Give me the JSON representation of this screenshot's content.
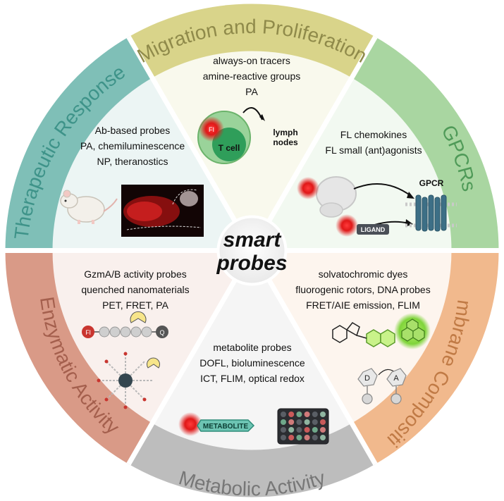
{
  "center": {
    "line1": "smart",
    "line2": "probes"
  },
  "sectors": {
    "migration": {
      "title": "Migration and Proliferation",
      "color": "#d9d48a",
      "lines": [
        "always-on tracers",
        "amine-reactive groups",
        "PA"
      ],
      "cell_label": "T cell",
      "dye_label": "FI",
      "target_label": [
        "lymph",
        "nodes"
      ]
    },
    "gpcrs": {
      "title": "GPCRs",
      "color": "#a9d6a1",
      "lines": [
        "FL chemokines",
        "FL small (ant)agonists"
      ],
      "receptor_label": "GPCR",
      "ligand_label": "LIGAND"
    },
    "membrane": {
      "title": "Membrane Composition",
      "color": "#f1b98d",
      "lines": [
        "solvatochromic dyes",
        "fluorogenic rotors, DNA probes",
        "FRET/AIE emission, FLIM"
      ],
      "donor_label": "D",
      "acceptor_label": "A"
    },
    "metabolic": {
      "title": "Metabolic Activity",
      "color": "#bdbdbd",
      "lines": [
        "metabolite probes",
        "DOFL, bioluminescence",
        "ICT, FLIM, optical redox"
      ],
      "metabolite_label": "METABOLITE"
    },
    "enzymatic": {
      "title": "Enzymatic Activity",
      "color": "#d99a87",
      "lines": [
        "GzmA/B activity probes",
        "quenched nanomaterials",
        "PET, FRET, PA"
      ],
      "fl_label": "Fl",
      "q_label": "Q"
    },
    "therapeutic": {
      "title": "Therapeutic Response",
      "color": "#7fbfb7",
      "lines": [
        "Ab-based probes",
        "PA, chemiluminescence",
        "NP, theranostics"
      ]
    }
  }
}
